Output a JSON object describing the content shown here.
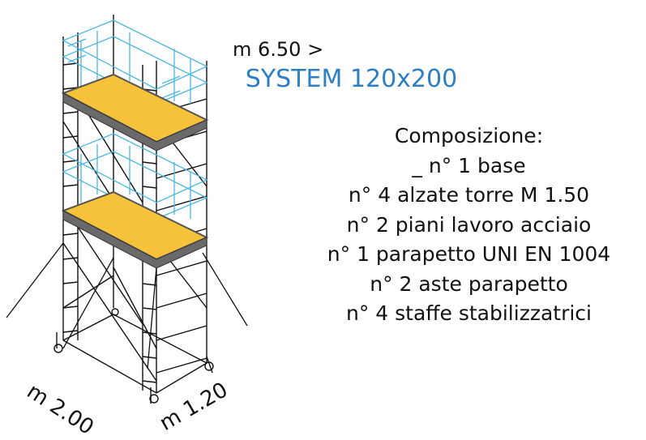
{
  "height_label": "m 6.50 >",
  "title": "SYSTEM 120x200",
  "composition": {
    "heading": "Composizione:",
    "items": [
      "_ n° 1 base",
      "n° 4 alzate torre M 1.50",
      "n° 2 piani lavoro acciaio",
      "n° 1 parapetto UNI EN 1004",
      "n° 2 aste parapetto",
      "n° 4 staffe stabilizzatrici"
    ]
  },
  "dimensions": {
    "length": "m 2.00",
    "width": "m 1.20"
  },
  "colors": {
    "title": "#2d7fc3",
    "guardrail": "#4cb8e0",
    "platform_fill": "#f6c23a",
    "platform_edge": "#555555",
    "frame": "#111111"
  }
}
